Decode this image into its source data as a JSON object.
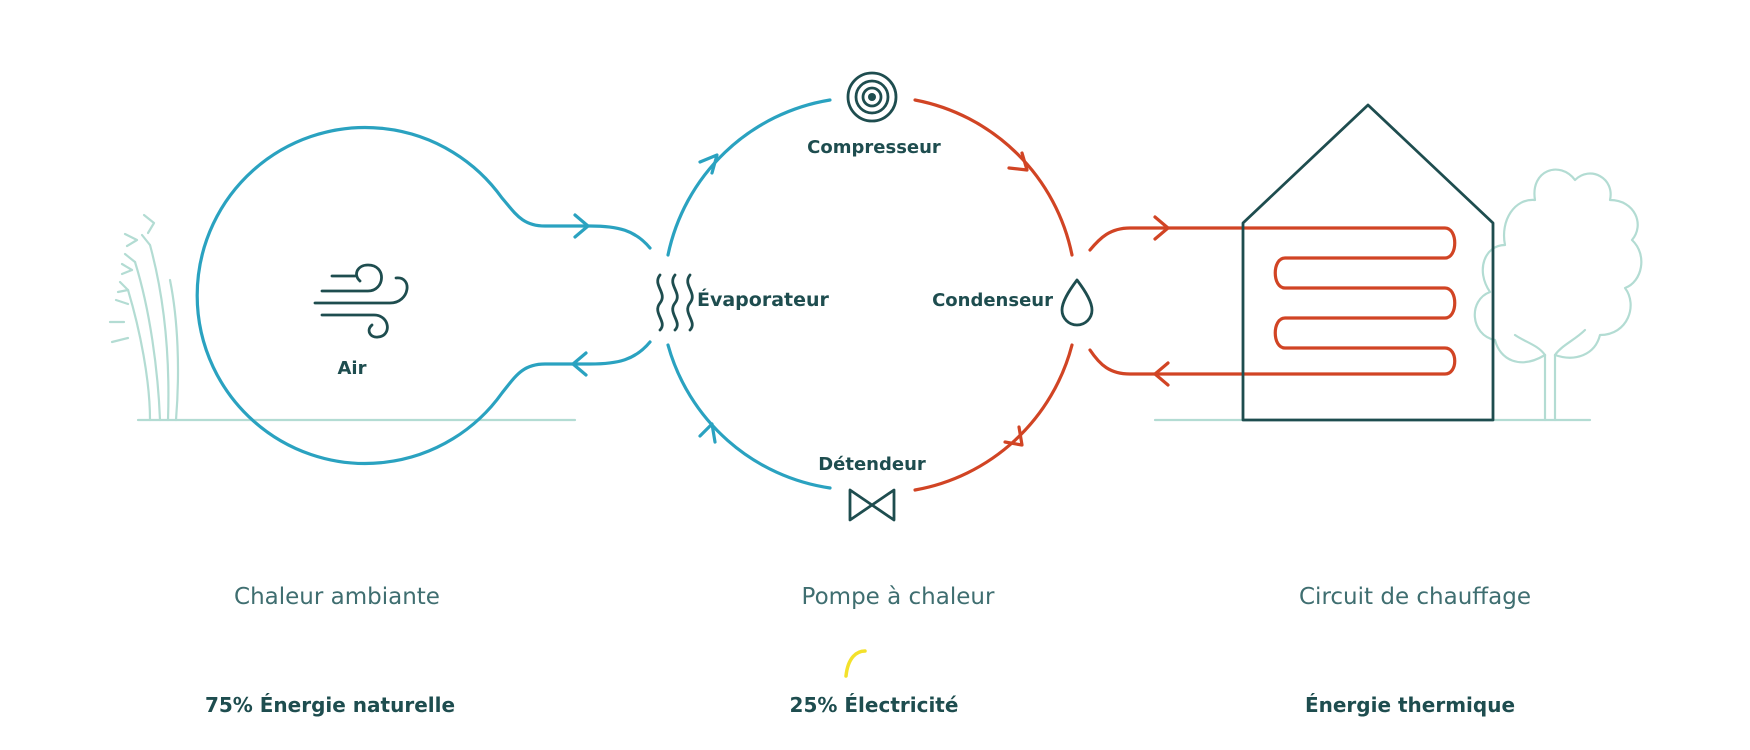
{
  "diagram": {
    "nodes": {
      "air": "Air",
      "compressor": "Compresseur",
      "evaporator": "Évaporateur",
      "condenser": "Condenseur",
      "expansion_valve": "Détendeur"
    },
    "sections": {
      "ambient_heat": "Chaleur ambiante",
      "heat_pump": "Pompe à chaleur",
      "heating_circuit": "Circuit de chauffage"
    },
    "energy": {
      "natural": "75% Énergie naturelle",
      "electricity": "25% Électricité",
      "thermal": "Énergie thermique"
    },
    "colors": {
      "cold_circuit": "#2aa2c0",
      "hot_circuit": "#d14424",
      "text": "#1e4d4f",
      "bar_green": "#9cc23a",
      "bar_orange": "#f0922a",
      "bar_red": "#d8372a",
      "electricity_yellow": "#f3e12b"
    },
    "icons": {
      "air": "wind-icon",
      "compressor": "target-icon",
      "evaporator": "heat-waves-icon",
      "condenser": "droplet-icon",
      "expansion_valve": "valve-icon",
      "house": "house-icon",
      "tree": "tree-icon",
      "grass": "grass-icon"
    }
  }
}
